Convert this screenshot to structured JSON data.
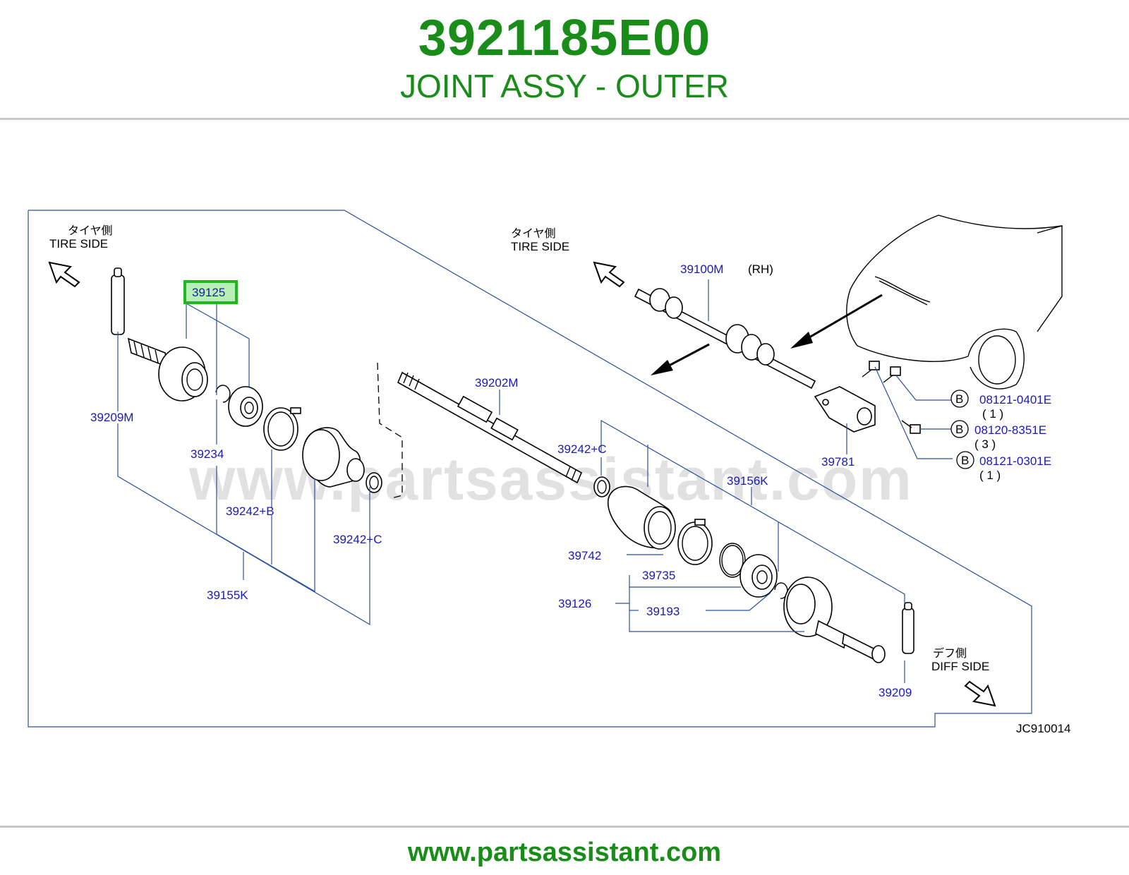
{
  "header": {
    "part_number": "3921185E00",
    "part_name": "JOINT ASSY - OUTER"
  },
  "watermark": "www.partsassistant.com",
  "footer": {
    "url": "www.partsassistant.com"
  },
  "colors": {
    "brand_green": "#1a8c1a",
    "label_blue": "#1a1ab4",
    "highlight": "#22b422"
  },
  "diagram": {
    "tire_side_left_jp": "タイヤ側",
    "tire_side_left_en": "TIRE   SIDE",
    "tire_side_right_jp": "タイヤ側",
    "tire_side_right_en": "TIRE   SIDE",
    "diff_side_jp": "デフ側",
    "diff_side_en": "DIFF   SIDE",
    "rh": "(RH)",
    "code": "JC910014",
    "labels": {
      "p39125": "39125",
      "p39209M": "39209M",
      "p39234": "39234",
      "p39242B": "39242+B",
      "p39242C_a": "39242+C",
      "p39155K": "39155K",
      "p39202M": "39202M",
      "p39242C_b": "39242+C",
      "p39156K": "39156K",
      "p39742": "39742",
      "p39735": "39735",
      "p39126": "39126",
      "p39193": "39193",
      "p39209": "39209",
      "p39100M": "39100M",
      "p39781": "39781"
    },
    "bolts": [
      {
        "badge": "B",
        "code": "08121-0401E",
        "qty": "( 1 )"
      },
      {
        "badge": "B",
        "code": "08120-8351E",
        "qty": "( 3 )"
      },
      {
        "badge": "B",
        "code": "08121-0301E",
        "qty": "( 1 )"
      }
    ]
  }
}
